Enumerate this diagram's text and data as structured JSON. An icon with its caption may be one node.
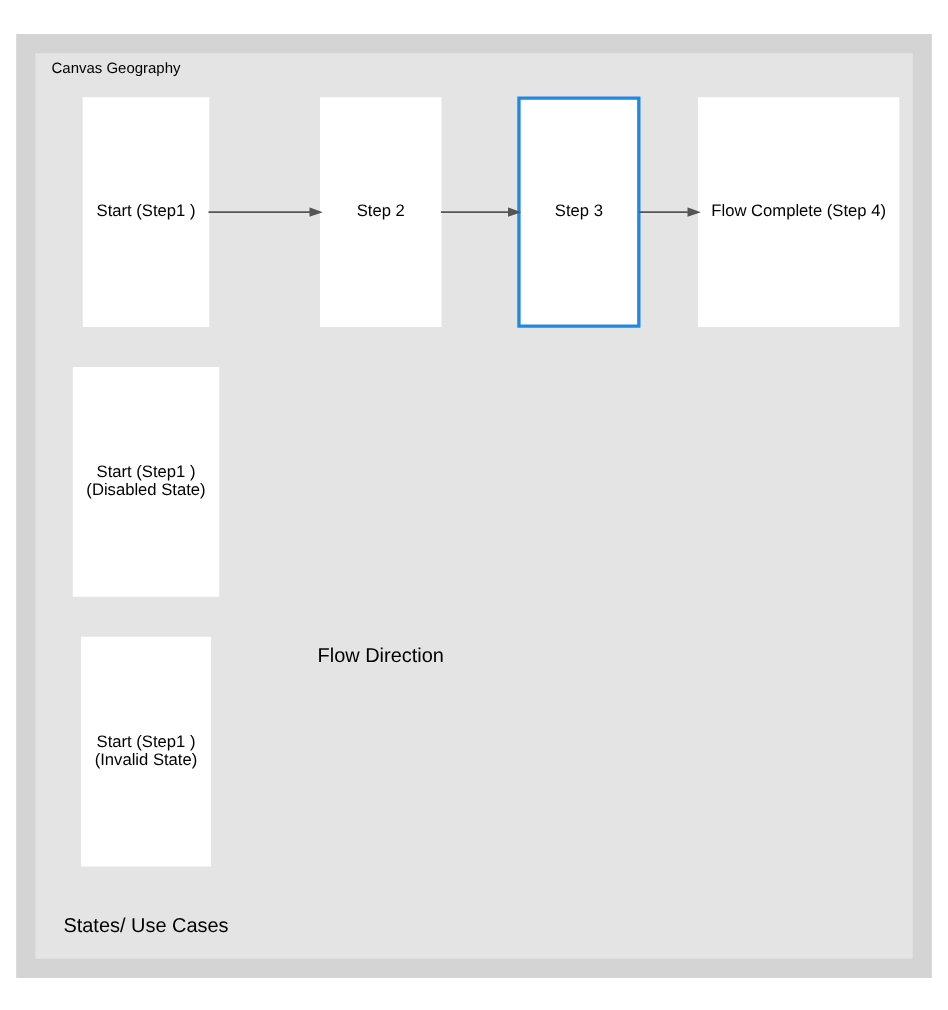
{
  "diagram": {
    "nodes": [
      {
        "text": [
          "Canvas Geography"
        ]
      },
      {
        "text": [
          "Start (Step1 )"
        ],
        "in": 0
      },
      {
        "text": [
          "Step 2"
        ],
        "in": 0
      },
      {
        "text": [
          "Step 3"
        ],
        "in": 0
      },
      {
        "text": [
          "Flow Complete (Step 4)"
        ],
        "in": 0
      },
      {
        "text": [
          "Start (Step1 )",
          "(Disabled State)"
        ],
        "in": 0
      },
      {
        "text": [
          "Start (Step1 )",
          "(Invalid State)"
        ],
        "in": 0
      }
    ],
    "edges": [
      {
        "from": 1,
        "to": 2,
        "arrow": "to"
      },
      {
        "from": 2,
        "to": 3,
        "arrow": "to"
      },
      {
        "from": 3,
        "to": 4,
        "arrow": "to"
      }
    ],
    "labels": [
      "Flow Direction",
      "States/ Use Cases"
    ]
  }
}
